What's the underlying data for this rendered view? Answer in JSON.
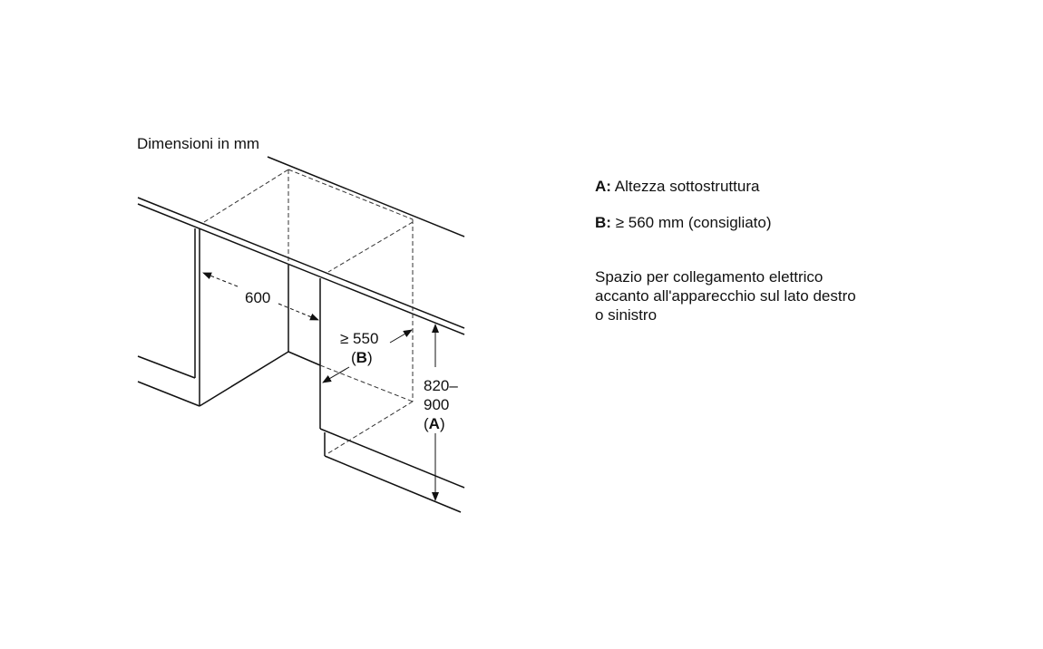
{
  "diagram": {
    "caption": "Dimensioni in mm",
    "width_label": "600",
    "depth_label": "≥ 550",
    "depth_ref": "B",
    "height_label_1": "820–",
    "height_label_2": "900",
    "height_ref": "A"
  },
  "legend": {
    "a_key": "A:",
    "a_text": "Altezza sottostruttura",
    "b_key": "B:",
    "b_text": "≥ 560 mm (consigliato)",
    "note_lines": [
      "Spazio per collegamento elettrico",
      "accanto all'apparecchio sul lato destro",
      "o sinistro"
    ]
  }
}
